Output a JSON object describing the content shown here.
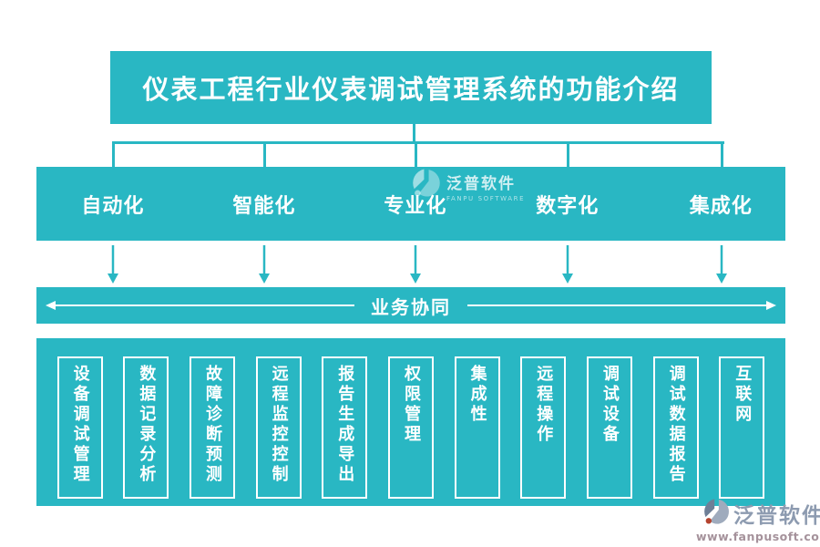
{
  "colors": {
    "teal": "#29b7c3",
    "text_on_teal": "#ffffff",
    "footer_text": "#8d9bb0",
    "footer_url": "#a5929b",
    "footer_accent": "#b5432e"
  },
  "title": "仪表工程行业仪表调试管理系统的功能介绍",
  "branches": [
    {
      "label": "自动化"
    },
    {
      "label": "智能化"
    },
    {
      "label": "专业化"
    },
    {
      "label": "数字化"
    },
    {
      "label": "集成化"
    }
  ],
  "collaboration": {
    "label": "业务协同"
  },
  "features": [
    {
      "label": "设备调试管理"
    },
    {
      "label": "数据记录分析"
    },
    {
      "label": "故障诊断预测"
    },
    {
      "label": "远程监控控制"
    },
    {
      "label": "报告生成导出"
    },
    {
      "label": "权限管理"
    },
    {
      "label": "集成性"
    },
    {
      "label": "远程操作"
    },
    {
      "label": "调试设备"
    },
    {
      "label": "调试数据报告"
    },
    {
      "label": "互联网"
    }
  ],
  "watermark": {
    "brand": "泛普软件",
    "brand_en": "FANPU SOFTWARE"
  },
  "footer": {
    "brand": "泛普软件",
    "url": "www.fanpusoft.com"
  }
}
